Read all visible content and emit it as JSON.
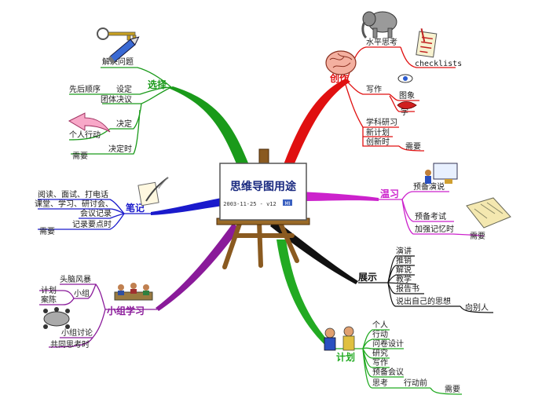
{
  "center": {
    "title": "思维导图用途",
    "subtitle": "2003-11-25 - v12",
    "badge": "MI"
  },
  "branches": {
    "select": {
      "label": "选择",
      "color": "#1a9a1a",
      "items": [
        "解决问题",
        "设定",
        "先后顺序",
        "团体决议",
        "决定",
        "个人行动",
        "决定时",
        "需要"
      ]
    },
    "create": {
      "label": "创作",
      "color": "#e01010",
      "items": [
        "水平思考",
        "checklists",
        "写作",
        "图象",
        "字",
        "学科研习",
        "新计划",
        "创新时",
        "需要"
      ]
    },
    "notes": {
      "label": "笔记",
      "color": "#1a1acc",
      "items": [
        "阅读、面试、打电话",
        "课堂、学习、研讨会、",
        "会议记录",
        "需要",
        "记录要点时"
      ]
    },
    "review": {
      "label": "温习",
      "color": "#cc22cc",
      "items": [
        "预备演说",
        "预备考试",
        "加强记忆时",
        "需要"
      ]
    },
    "present": {
      "label": "展示",
      "color": "#111111",
      "items": [
        "演讲",
        "推销",
        "解说",
        "教学",
        "报告书",
        "说出自己的思想",
        "向别人"
      ]
    },
    "group": {
      "label": "小组学习",
      "color": "#8a1a9a",
      "items": [
        "头脑风暴",
        "计划",
        "案陈",
        "小组",
        "小组讨论",
        "共同思考时"
      ]
    },
    "plan": {
      "label": "计划",
      "color": "#22aa22",
      "items": [
        "个人",
        "行动",
        "问卷设计",
        "研究",
        "写作",
        "预备会议",
        "思考",
        "行动前",
        "需要"
      ]
    }
  }
}
